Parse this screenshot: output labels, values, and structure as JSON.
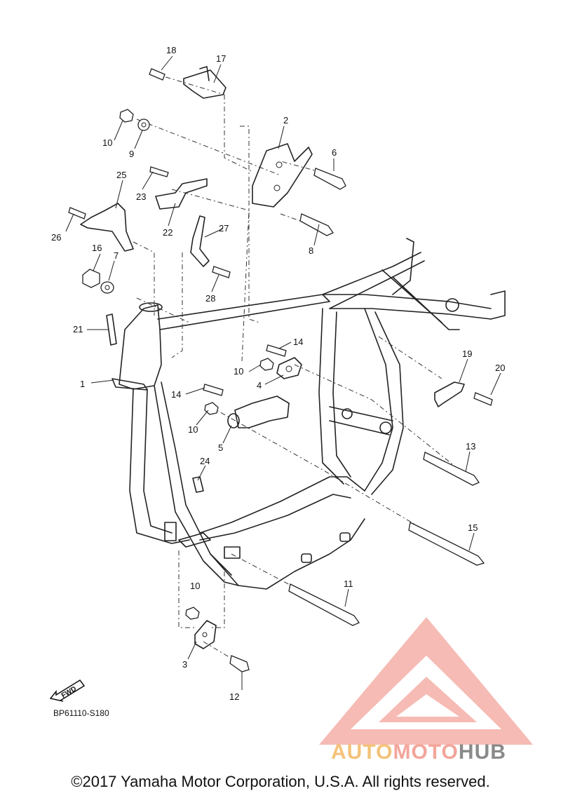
{
  "callouts": [
    {
      "num": "1"
    },
    {
      "num": "2"
    },
    {
      "num": "3"
    },
    {
      "num": "4"
    },
    {
      "num": "5"
    },
    {
      "num": "6"
    },
    {
      "num": "7"
    },
    {
      "num": "8"
    },
    {
      "num": "9"
    },
    {
      "num": "10"
    },
    {
      "num": "10"
    },
    {
      "num": "10"
    },
    {
      "num": "10"
    },
    {
      "num": "11"
    },
    {
      "num": "12"
    },
    {
      "num": "13"
    },
    {
      "num": "14"
    },
    {
      "num": "14"
    },
    {
      "num": "15"
    },
    {
      "num": "16"
    },
    {
      "num": "17"
    },
    {
      "num": "18"
    },
    {
      "num": "19"
    },
    {
      "num": "20"
    },
    {
      "num": "21"
    },
    {
      "num": "22"
    },
    {
      "num": "23"
    },
    {
      "num": "24"
    },
    {
      "num": "25"
    },
    {
      "num": "26"
    },
    {
      "num": "27"
    },
    {
      "num": "28"
    }
  ],
  "fwd_label": "FWD",
  "diagram_ref": "BP61110-S180",
  "watermark": {
    "part1": "AUTO",
    "part2": "MOTO",
    "part3": "HUB"
  },
  "copyright": "©2017 Yamaha Motor Corporation, U.S.A. All rights reserved.",
  "colors": {
    "watermark_red": "#f3a59b",
    "watermark_orange": "#f4c27a",
    "watermark_gray": "#8a8a8a"
  }
}
